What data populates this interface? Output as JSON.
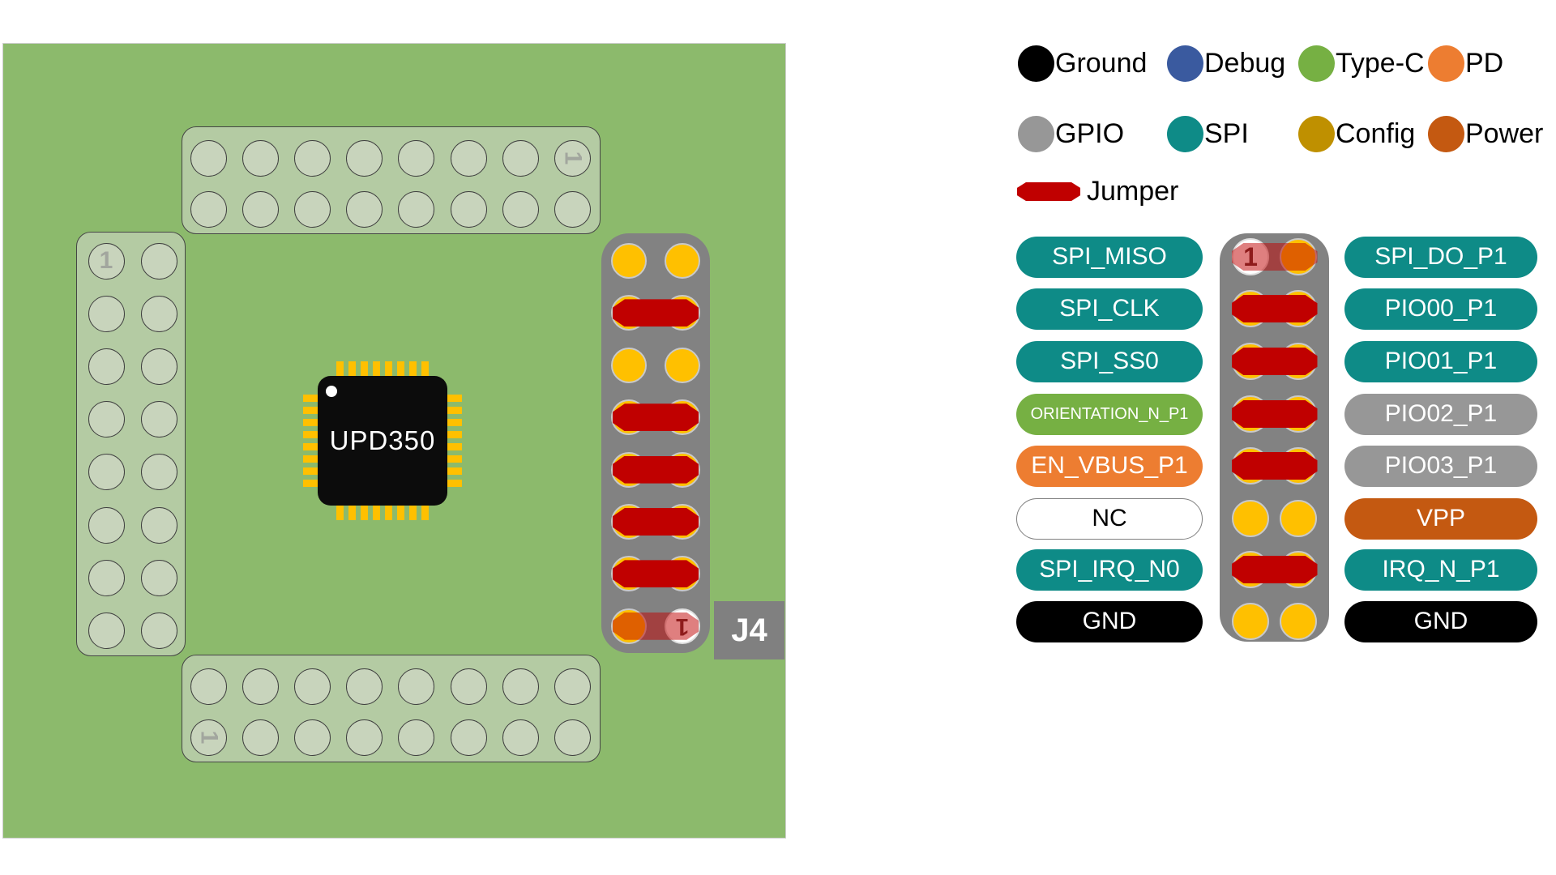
{
  "legend": {
    "items": [
      {
        "label": "Ground",
        "type": "ground",
        "color": "#000000"
      },
      {
        "label": "Debug",
        "type": "debug",
        "color": "#3A5A9F"
      },
      {
        "label": "Type-C",
        "type": "typec",
        "color": "#76B043"
      },
      {
        "label": "PD",
        "type": "pd",
        "color": "#ED7D31"
      },
      {
        "label": "GPIO",
        "type": "gpio",
        "color": "#979797"
      },
      {
        "label": "SPI",
        "type": "spi",
        "color": "#0E8B87"
      },
      {
        "label": "Config",
        "type": "config",
        "color": "#BF9000"
      },
      {
        "label": "Power",
        "type": "power",
        "color": "#C45911"
      }
    ],
    "jumper": {
      "label": "Jumper",
      "color": "#C00000"
    }
  },
  "pinout": {
    "pin1_marker": "1",
    "rows": [
      {
        "left": {
          "label": "SPI_MISO",
          "type": "spi"
        },
        "jumper": "pin1",
        "right": {
          "label": "SPI_DO_P1",
          "type": "spi"
        }
      },
      {
        "left": {
          "label": "SPI_CLK",
          "type": "spi"
        },
        "jumper": "yes",
        "right": {
          "label": "PIO00_P1",
          "type": "spi"
        }
      },
      {
        "left": {
          "label": "SPI_SS0",
          "type": "spi"
        },
        "jumper": "yes",
        "right": {
          "label": "PIO01_P1",
          "type": "spi"
        }
      },
      {
        "left": {
          "label": "ORIENTATION_N_P1",
          "type": "typec"
        },
        "jumper": "yes",
        "right": {
          "label": "PIO02_P1",
          "type": "gpio"
        }
      },
      {
        "left": {
          "label": "EN_VBUS_P1",
          "type": "pd"
        },
        "jumper": "yes",
        "right": {
          "label": "PIO03_P1",
          "type": "gpio"
        }
      },
      {
        "left": {
          "label": "NC",
          "type": "nc"
        },
        "jumper": "no",
        "right": {
          "label": "VPP",
          "type": "power"
        }
      },
      {
        "left": {
          "label": "SPI_IRQ_N0",
          "type": "spi"
        },
        "jumper": "yes",
        "right": {
          "label": "IRQ_N_P1",
          "type": "spi"
        }
      },
      {
        "left": {
          "label": "GND",
          "type": "ground"
        },
        "jumper": "no",
        "right": {
          "label": "GND",
          "type": "ground"
        }
      }
    ]
  },
  "board": {
    "chip_label": "UPD350",
    "connector_ref": "J4",
    "pin1_marker": "1",
    "header_top_marker": "1",
    "header_left_marker": "1",
    "header_bottom_marker": "1"
  },
  "colors": {
    "board_green": "#8CBA6C",
    "header_green": "#B4CBA3",
    "hole_green": "#C8D4BC",
    "pin_yellow": "#FFC000",
    "jumper_red": "#C00000",
    "connector_gray": "#828282",
    "pill": {
      "spi": "#0E8B87",
      "typec": "#76B043",
      "pd": "#ED7D31",
      "gpio": "#979797",
      "power": "#C45911",
      "ground": "#000000",
      "nc": "#FFFFFF",
      "debug": "#3A5A9F",
      "config": "#BF9000"
    }
  }
}
